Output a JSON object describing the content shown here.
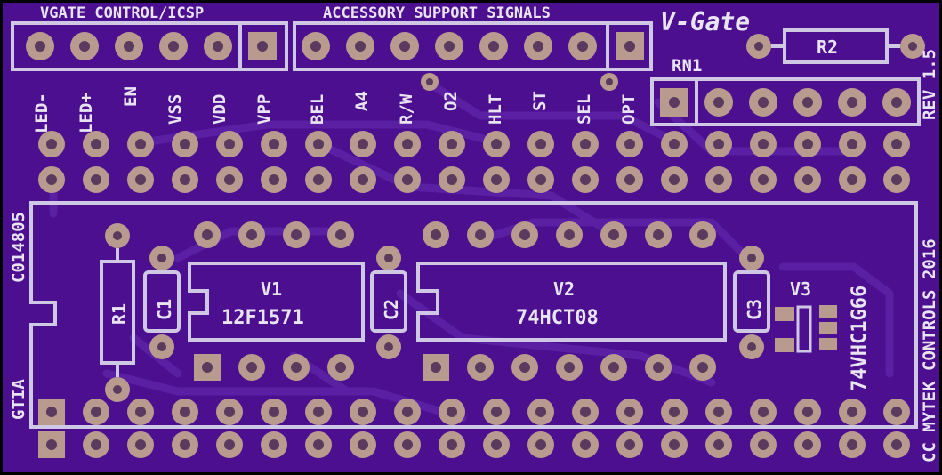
{
  "board": {
    "colors": {
      "substrate": "#4b0f8f",
      "trace": "#5a1fa3",
      "silkscreen": "#cfc8e4",
      "pad": "#b89a8e"
    },
    "header_vgate": {
      "title": "VGATE CONTROL/ICSP",
      "pins": [
        "LED-",
        "LED+",
        "EN",
        "VSS",
        "VDD",
        "VPP"
      ]
    },
    "header_accessory": {
      "title": "ACCESSORY SUPPORT SIGNALS",
      "pins": [
        "BEL",
        "A4",
        "R/W",
        "O2",
        "HLT",
        "ST",
        "SEL",
        "OPT"
      ]
    },
    "logo": "V-Gate",
    "revision": "REV 1.5",
    "credit": "CC MYTEK CONTROLS 2016",
    "left_labels": {
      "top": "C014805",
      "bottom": "GTIA"
    },
    "components": {
      "rn1": "RN1",
      "r1": "R1",
      "r2": "R2",
      "c1": "C1",
      "c2": "C2",
      "c3": "C3",
      "u1": {
        "ref": "V1",
        "part": "12F1571"
      },
      "u2": {
        "ref": "V2",
        "part": "74HCT08"
      },
      "u3": {
        "ref": "V3",
        "part": "74VHC1G66"
      }
    }
  }
}
